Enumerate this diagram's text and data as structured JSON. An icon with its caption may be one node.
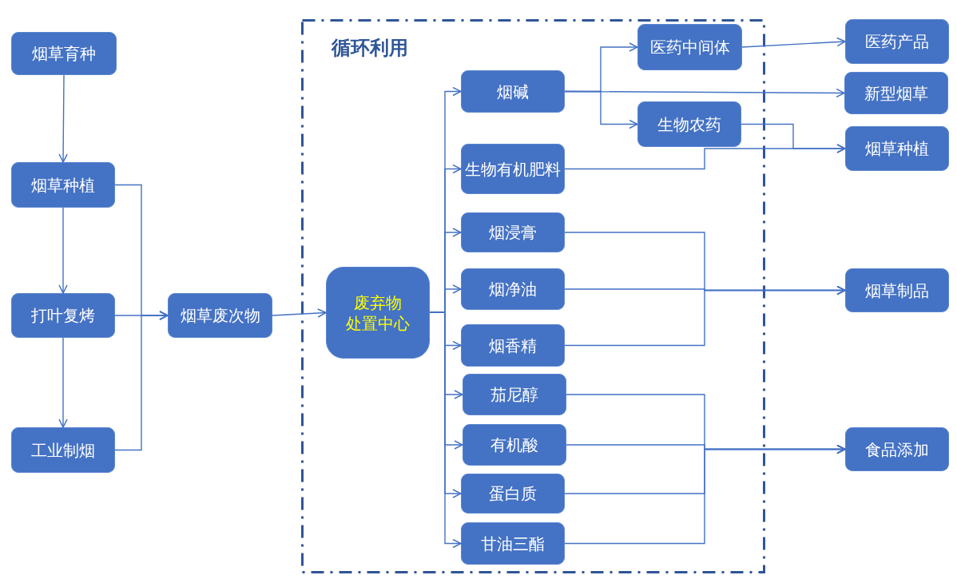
{
  "diagram": {
    "nodes": [
      {
        "text": [
          "烟草育种"
        ]
      },
      {
        "text": [
          "烟草种植"
        ]
      },
      {
        "text": [
          "打叶复烤"
        ]
      },
      {
        "text": [
          "工业制烟"
        ]
      },
      {
        "text": [
          "烟草废次物"
        ]
      },
      {
        "text": [
          "循环利用"
        ]
      },
      {
        "text": [
          "废弃物处置中心"
        ],
        "in": 5
      },
      {
        "text": [
          "烟碱"
        ],
        "in": 5
      },
      {
        "text": [
          "生物有机肥料"
        ],
        "in": 5
      },
      {
        "text": [
          "烟浸膏"
        ],
        "in": 5
      },
      {
        "text": [
          "烟净油"
        ],
        "in": 5
      },
      {
        "text": [
          "烟香精"
        ],
        "in": 5
      },
      {
        "text": [
          "茄尼醇"
        ],
        "in": 5
      },
      {
        "text": [
          "有机酸"
        ],
        "in": 5
      },
      {
        "text": [
          "蛋白质"
        ],
        "in": 5
      },
      {
        "text": [
          "甘油三酯"
        ],
        "in": 5
      },
      {
        "text": [
          "医药中间体"
        ],
        "in": 5
      },
      {
        "text": [
          "生物农药"
        ],
        "in": 5
      },
      {
        "text": [
          "医药产品"
        ]
      },
      {
        "text": [
          "新型烟草"
        ]
      },
      {
        "text": [
          "烟草种植"
        ]
      },
      {
        "text": [
          "烟草制品"
        ]
      },
      {
        "text": [
          "食品添加"
        ]
      }
    ],
    "edges": [
      {
        "from": 0,
        "to": 1,
        "arrow": "to"
      },
      {
        "from": 1,
        "to": 2,
        "arrow": "to"
      },
      {
        "from": 2,
        "to": 3,
        "arrow": "to"
      },
      {
        "from": 1,
        "to": 4,
        "arrow": "to"
      },
      {
        "from": 2,
        "to": 4,
        "arrow": "to"
      },
      {
        "from": 3,
        "to": 4,
        "arrow": "to"
      },
      {
        "from": 4,
        "to": 6,
        "arrow": "to"
      },
      {
        "from": 6,
        "to": 7,
        "arrow": "to"
      },
      {
        "from": 6,
        "to": 8,
        "arrow": "to"
      },
      {
        "from": 6,
        "to": 9,
        "arrow": "to"
      },
      {
        "from": 6,
        "to": 10,
        "arrow": "to"
      },
      {
        "from": 6,
        "to": 11,
        "arrow": "to"
      },
      {
        "from": 6,
        "to": 12,
        "arrow": "to"
      },
      {
        "from": 6,
        "to": 13,
        "arrow": "to"
      },
      {
        "from": 6,
        "to": 14,
        "arrow": "to"
      },
      {
        "from": 6,
        "to": 15,
        "arrow": "to"
      },
      {
        "from": 7,
        "to": 16,
        "arrow": "to"
      },
      {
        "from": 7,
        "to": 17,
        "arrow": "to"
      },
      {
        "from": 7,
        "to": 19,
        "arrow": "to"
      },
      {
        "from": 16,
        "to": 18,
        "arrow": "to"
      },
      {
        "from": 17,
        "to": 20,
        "arrow": "to"
      },
      {
        "from": 8,
        "to": 20,
        "arrow": "to"
      },
      {
        "from": 9,
        "to": 21,
        "arrow": "to"
      },
      {
        "from": 10,
        "to": 21,
        "arrow": "to"
      },
      {
        "from": 11,
        "to": 21,
        "arrow": "to"
      },
      {
        "from": 12,
        "to": 22,
        "arrow": "to"
      },
      {
        "from": 13,
        "to": 22,
        "arrow": "to"
      },
      {
        "from": 14,
        "to": 22,
        "arrow": "to"
      },
      {
        "from": 15,
        "to": 22,
        "arrow": "to"
      }
    ]
  }
}
